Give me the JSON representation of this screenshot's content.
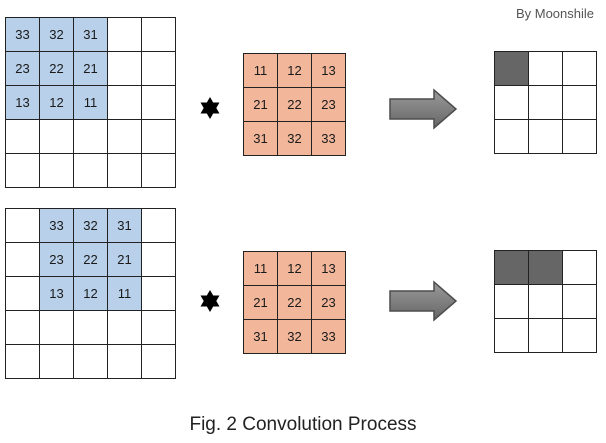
{
  "attribution": "By Moonshile",
  "caption": "Fig. 2 Convolution Process",
  "colors": {
    "input_highlight": "#b8d0ea",
    "kernel_fill": "#f2b79b",
    "output_filled": "#666666",
    "arrow": "#7a7a7a"
  },
  "operator_symbol": "star-icon",
  "rows": [
    {
      "input": {
        "rows": 5,
        "cols": 5,
        "highlight": {
          "row_start": 0,
          "col_start": 0,
          "size": 3
        },
        "values": [
          [
            "33",
            "32",
            "31"
          ],
          [
            "23",
            "22",
            "21"
          ],
          [
            "13",
            "12",
            "11"
          ]
        ]
      },
      "kernel": [
        [
          "11",
          "12",
          "13"
        ],
        [
          "21",
          "22",
          "23"
        ],
        [
          "31",
          "32",
          "33"
        ]
      ],
      "output": {
        "rows": 3,
        "cols": 3,
        "filled": [
          [
            0,
            0
          ]
        ]
      }
    },
    {
      "input": {
        "rows": 5,
        "cols": 5,
        "highlight": {
          "row_start": 0,
          "col_start": 1,
          "size": 3
        },
        "values": [
          [
            "33",
            "32",
            "31"
          ],
          [
            "23",
            "22",
            "21"
          ],
          [
            "13",
            "12",
            "11"
          ]
        ]
      },
      "kernel": [
        [
          "11",
          "12",
          "13"
        ],
        [
          "21",
          "22",
          "23"
        ],
        [
          "31",
          "32",
          "33"
        ]
      ],
      "output": {
        "rows": 3,
        "cols": 3,
        "filled": [
          [
            0,
            0
          ],
          [
            0,
            1
          ]
        ]
      }
    }
  ]
}
